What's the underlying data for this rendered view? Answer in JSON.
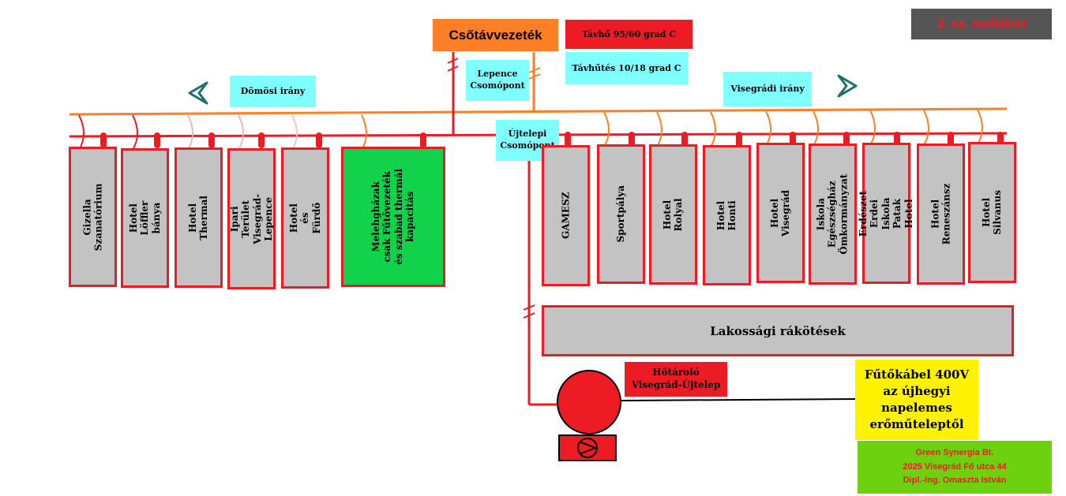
{
  "annex_label": "2. sz. melléklet",
  "main_pipe_label": "Csőtávvezeték",
  "legend": {
    "heating": "Távhő 95/60 grad C",
    "cooling": "Távhűtés 10/18 grad C"
  },
  "nodes": {
    "lepence": "Lepence\nCsomópont",
    "ujtelepi": "Újtelepi\nCsomópont"
  },
  "directions": {
    "left": "Dömösi irány",
    "right": "Visegrádi irány"
  },
  "buildings_left": [
    "Gizella\nSzanatórium",
    "Hotel Löffler\nbánya",
    "Hotel Thermal",
    "Ipari Terület\nVisegrád-Lepence",
    "Hotel és Fürdő"
  ],
  "greenhouse": "Melehgházak\ncsak Fűtővezeték\nés szabad thermál\nkapacitás",
  "buildings_right": [
    "GAMESZ",
    "Sportpálya",
    "Hotel Rolyal",
    "Hotel Honti",
    "Hotel Visegrád",
    "Iskola\nEgészségház\nÖmkormányzat",
    "Erdészet\nErdei Iskola\nPatak Hotel",
    "Hotel Reneszánsz",
    "Hotel Silvanus"
  ],
  "residential": "Lakossági rákötések",
  "storage": "Hőtároló\nVisegrád-Újtelep",
  "cable": "Fűtőkábel 400V\naz újhegyi\nnapelemes\nerőműteleptől",
  "company": {
    "name": "Green Synergia Bt.",
    "address": "2025 Visegrád Fő utca 44",
    "person": "Dipl.-Ing. Omaszta István"
  },
  "colors": {
    "heating_line": "#ed1c24",
    "cooling_line": "#ff7f27",
    "building_fill": "#c3c3c3",
    "greenhouse_fill": "#12d14b",
    "label_fill": "#80ffff",
    "cable_fill": "#fff200",
    "company_fill": "#6ed10f"
  }
}
